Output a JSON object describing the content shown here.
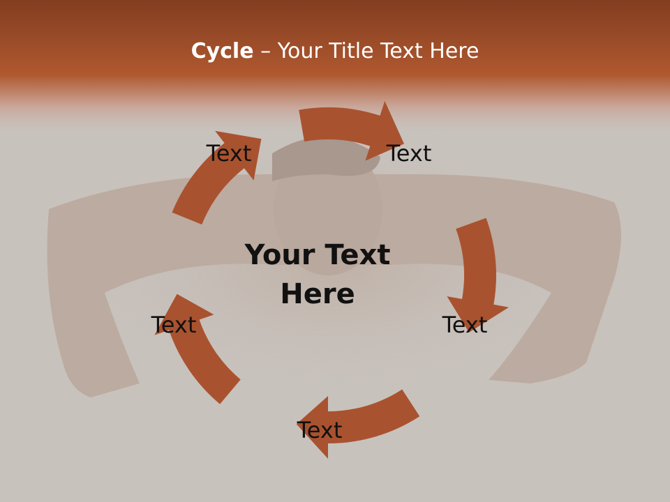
{
  "title": {
    "bold": "Cycle",
    "rest": " – Your Title Text Here"
  },
  "center_text": "Your Text Here",
  "labels": [
    "Text",
    "Text",
    "Text",
    "Text",
    "Text"
  ],
  "colors": {
    "arrow": "#a9522f",
    "banner_top": "#8a4022",
    "banner_mid": "#b0582f",
    "background": "#c8c2bd"
  }
}
